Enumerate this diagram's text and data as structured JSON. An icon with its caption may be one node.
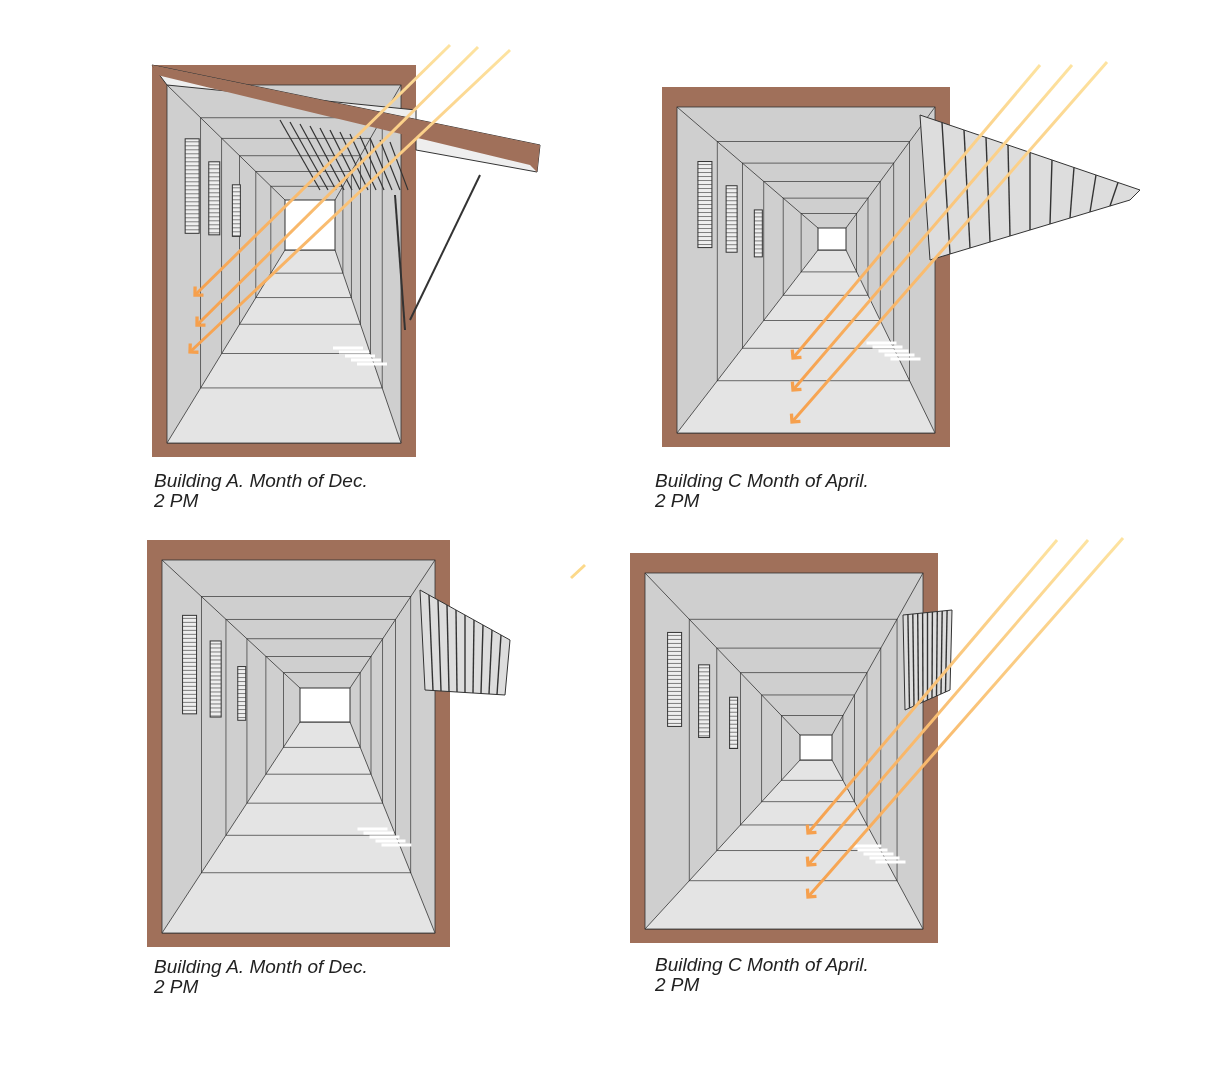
{
  "diagram": {
    "labels": [
      "Building A. Month of Dec.",
      "2 PM",
      "Building C Month of April.",
      "2 PM",
      "Building A. Month of Dec.",
      "2 PM",
      "Building C Month of April.",
      "2 PM"
    ]
  }
}
